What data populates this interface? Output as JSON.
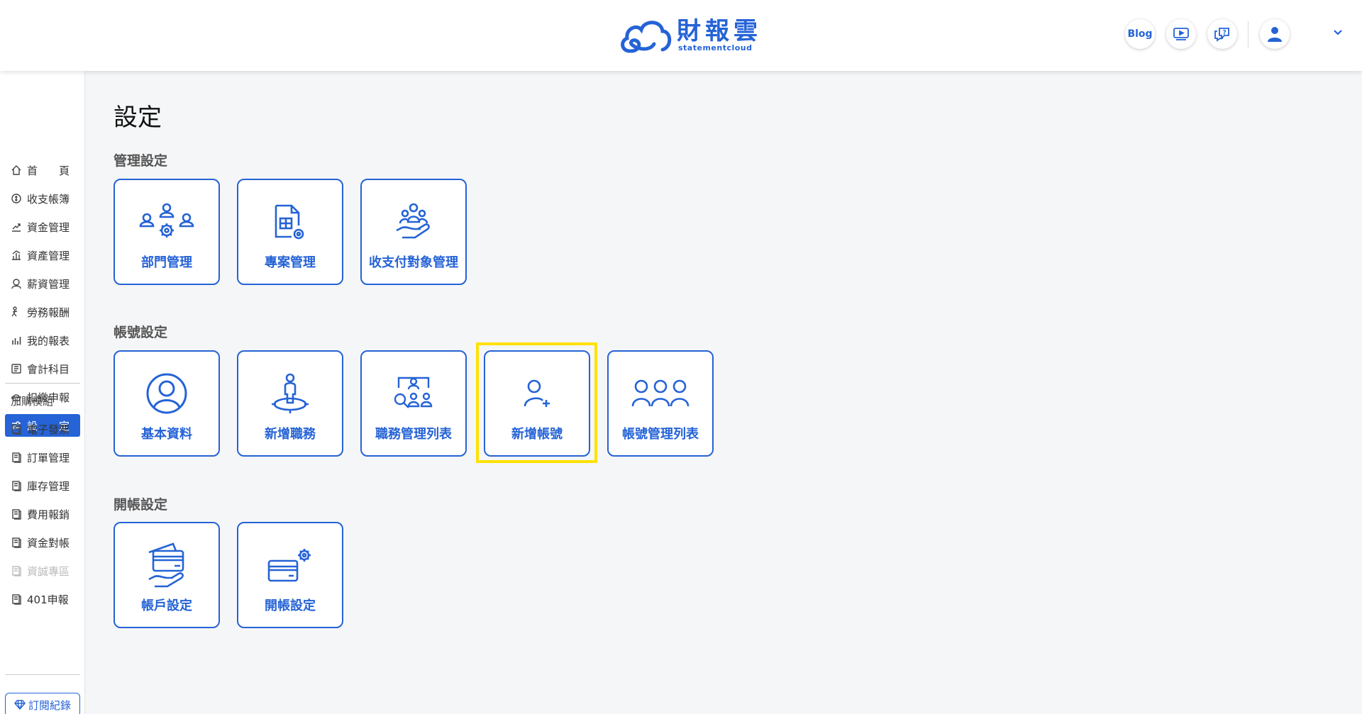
{
  "brand": {
    "name_cn": "財報雲",
    "name_en": "statementcloud",
    "color": "#2563d6"
  },
  "topbar": {
    "blog_label": "Blog",
    "icons": [
      "video-guide-icon",
      "help-chat-icon",
      "user-avatar-icon",
      "chevron-down-icon"
    ]
  },
  "sidebar": {
    "items": [
      {
        "label": "首　　頁",
        "icon": "home-icon"
      },
      {
        "label": "收支帳簿",
        "icon": "coin-icon"
      },
      {
        "label": "資金管理",
        "icon": "fund-icon"
      },
      {
        "label": "資產管理",
        "icon": "asset-icon"
      },
      {
        "label": "薪資管理",
        "icon": "salary-icon"
      },
      {
        "label": "勞務報酬",
        "icon": "labor-icon"
      },
      {
        "label": "我的報表",
        "icon": "report-icon"
      },
      {
        "label": "會計科目",
        "icon": "ledger-icon"
      },
      {
        "label": "扣繳申報",
        "icon": "tax-icon"
      },
      {
        "label": "設　　定",
        "icon": "settings-sliders-icon",
        "active": true
      }
    ],
    "addon_section": "加購模組",
    "addons": [
      {
        "label": "電子發票",
        "icon": "module-icon"
      },
      {
        "label": "訂單管理",
        "icon": "module-icon"
      },
      {
        "label": "庫存管理",
        "icon": "module-icon"
      },
      {
        "label": "費用報銷",
        "icon": "module-icon"
      },
      {
        "label": "資金對帳",
        "icon": "module-icon"
      },
      {
        "label": "資誠專區",
        "icon": "module-icon",
        "disabled": true
      },
      {
        "label": "401申報",
        "icon": "module-icon"
      }
    ],
    "subscription_label": "訂閱紀錄"
  },
  "main": {
    "title": "設定",
    "sections": [
      {
        "title": "管理設定",
        "cards": [
          {
            "label": "部門管理",
            "icon": "department-icon"
          },
          {
            "label": "專案管理",
            "icon": "project-icon"
          },
          {
            "label": "收支付對象管理",
            "icon": "payee-icon"
          }
        ]
      },
      {
        "title": "帳號設定",
        "cards": [
          {
            "label": "基本資料",
            "icon": "profile-icon"
          },
          {
            "label": "新增職務",
            "icon": "add-position-icon"
          },
          {
            "label": "職務管理列表",
            "icon": "position-list-icon"
          },
          {
            "label": "新增帳號",
            "icon": "add-account-icon",
            "highlighted": true
          },
          {
            "label": "帳號管理列表",
            "icon": "account-list-icon"
          }
        ]
      },
      {
        "title": "開帳設定",
        "cards": [
          {
            "label": "帳戶設定",
            "icon": "account-card-icon"
          },
          {
            "label": "開帳設定",
            "icon": "opening-balance-icon"
          }
        ]
      }
    ]
  }
}
